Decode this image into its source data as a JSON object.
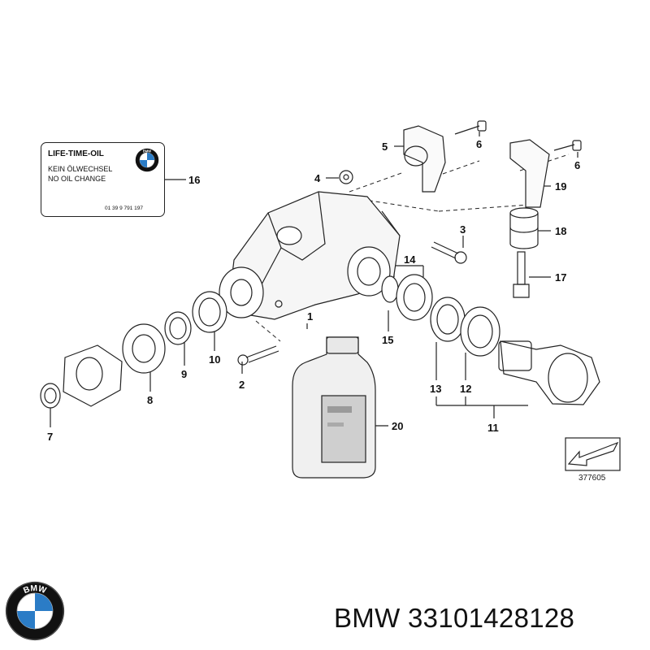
{
  "label_card": {
    "title": "LIFE-TIME-OIL",
    "line1": "KEIN ÖLWECHSEL",
    "line2": "NO OIL CHANGE",
    "part_no": "01 39 9 791 197",
    "logo_text": "BMW"
  },
  "callouts": [
    "1",
    "2",
    "3",
    "4",
    "5",
    "6",
    "6",
    "7",
    "8",
    "9",
    "10",
    "11",
    "12",
    "13",
    "14",
    "15",
    "16",
    "17",
    "18",
    "19",
    "20"
  ],
  "diagram_ref": "377605",
  "footer": {
    "brand_part": "BMW 33101428128",
    "logo_text": "BMW"
  },
  "colors": {
    "line": "#222222",
    "bmw_blue": "#2b7cc6",
    "bmw_black": "#111111"
  }
}
